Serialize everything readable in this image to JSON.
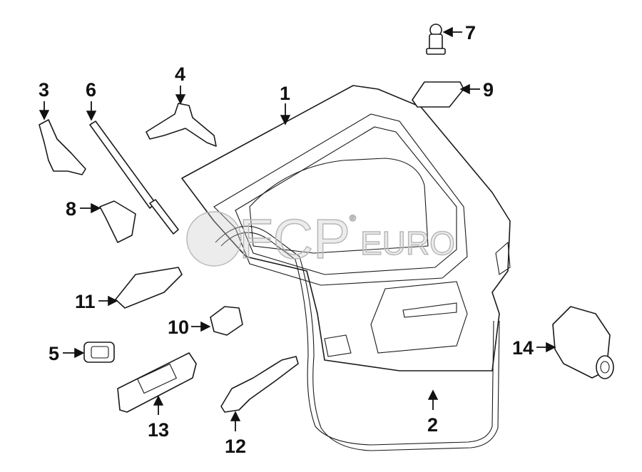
{
  "watermark": {
    "brand": "FCP",
    "suffix": "EURO",
    "mark": "®"
  },
  "callouts": {
    "c1": "1",
    "c2": "2",
    "c3": "3",
    "c4": "4",
    "c5": "5",
    "c6": "6",
    "c7": "7",
    "c8": "8",
    "c9": "9",
    "c10": "10",
    "c11": "11",
    "c12": "12",
    "c13": "13",
    "c14": "14"
  }
}
